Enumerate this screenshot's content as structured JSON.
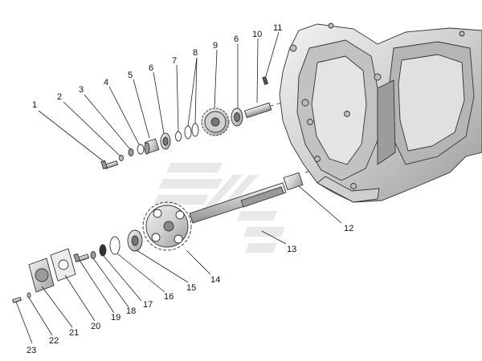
{
  "callouts": [
    "1",
    "2",
    "3",
    "4",
    "5",
    "6",
    "6",
    "7",
    "8",
    "9",
    "10",
    "11",
    "12",
    "13",
    "14",
    "15",
    "16",
    "17",
    "18",
    "19",
    "20",
    "21",
    "22",
    "23"
  ],
  "colors": {
    "part_fill": "#d9d9d9",
    "part_dark": "#a8a8a8",
    "logo": "#e6e6e6",
    "line": "#222222"
  }
}
